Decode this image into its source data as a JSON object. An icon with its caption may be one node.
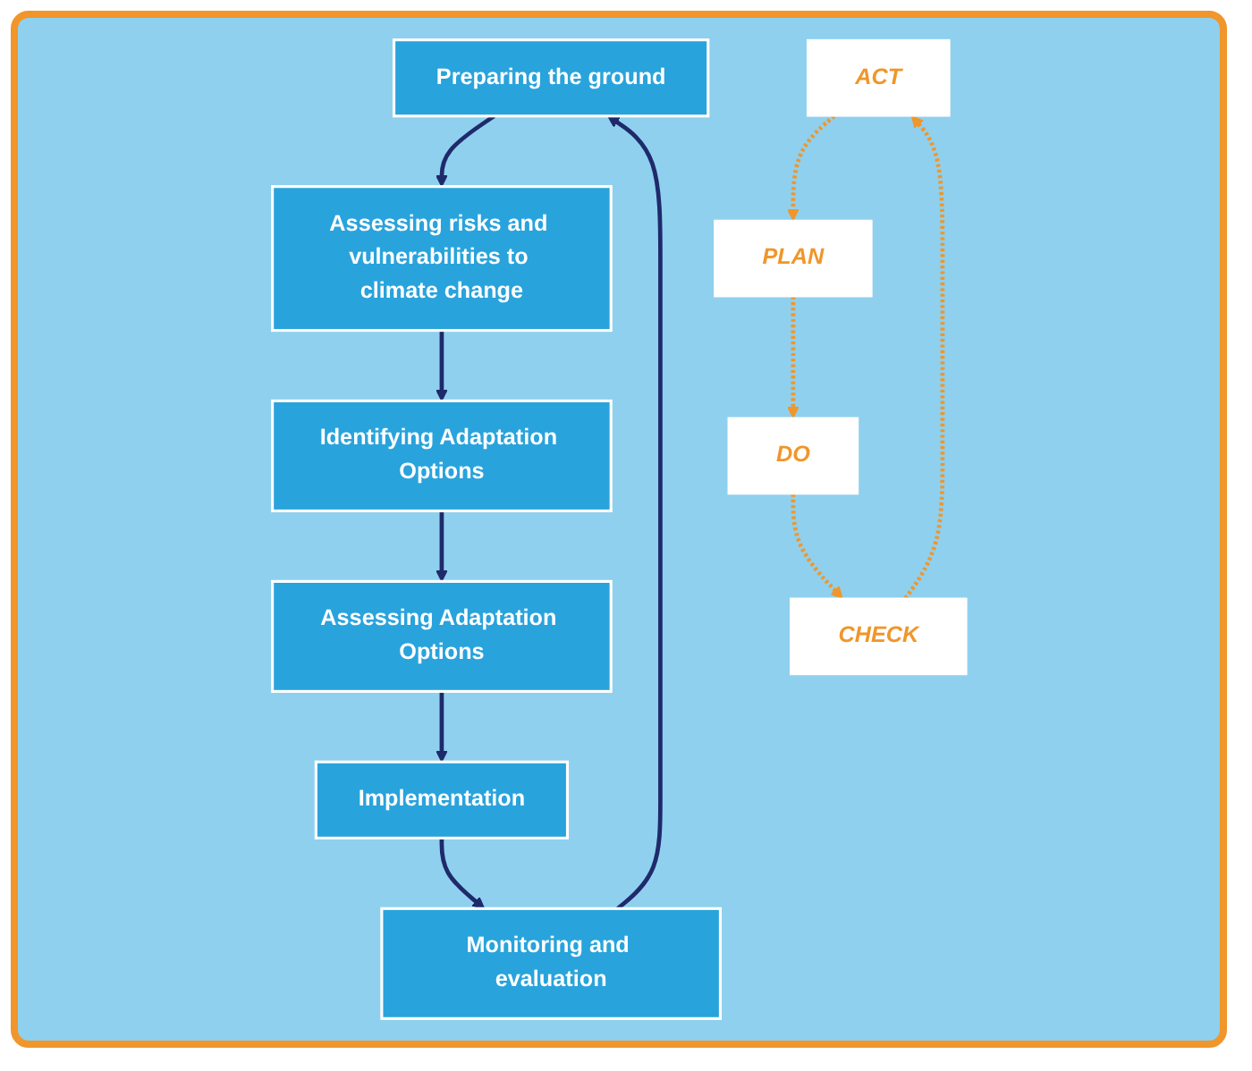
{
  "diagram": {
    "nodes": [
      {
        "text": [
          "Preparing the ground"
        ]
      },
      {
        "text": [
          "Assessing risks and vulnerabilities to climate change"
        ]
      },
      {
        "text": [
          "Identifying Adaptation Options"
        ]
      },
      {
        "text": [
          "Assessing Adaptation Options"
        ]
      },
      {
        "text": [
          "Implementation"
        ]
      },
      {
        "text": [
          "Monitoring and evaluation"
        ]
      },
      {
        "text": [
          "ACT"
        ]
      },
      {
        "text": [
          "PLAN"
        ]
      },
      {
        "text": [
          "DO"
        ]
      },
      {
        "text": [
          "CHECK"
        ]
      }
    ],
    "edges": [
      {
        "from": 0,
        "to": 1,
        "arrow": "to"
      },
      {
        "from": 1,
        "to": 2,
        "arrow": "to"
      },
      {
        "from": 2,
        "to": 3,
        "arrow": "to"
      },
      {
        "from": 3,
        "to": 4,
        "arrow": "to"
      },
      {
        "from": 4,
        "to": 5,
        "arrow": "to"
      },
      {
        "from": 5,
        "to": 0,
        "arrow": "to"
      },
      {
        "from": 6,
        "to": 7,
        "arrow": "to",
        "style": "dashed",
        "color": "#f0962a"
      },
      {
        "from": 7,
        "to": 8,
        "arrow": "to",
        "style": "dashed",
        "color": "#f0962a"
      },
      {
        "from": 8,
        "to": 9,
        "arrow": "to",
        "style": "dashed",
        "color": "#f0962a"
      },
      {
        "from": 9,
        "to": 6,
        "arrow": "to",
        "style": "dashed",
        "color": "#f0962a"
      }
    ]
  }
}
